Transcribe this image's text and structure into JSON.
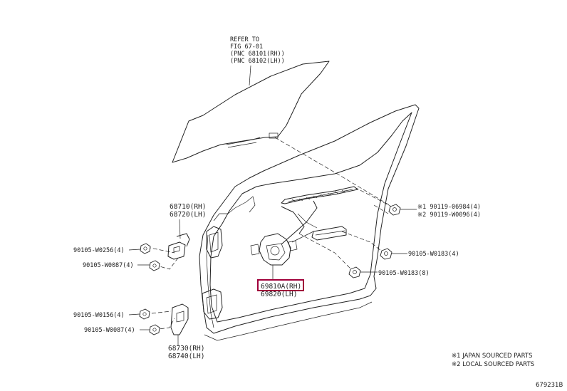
{
  "refer": {
    "line1": "REFER TO",
    "line2": "FIG 67-01",
    "line3": "(PNC 68101(RH))",
    "line4": "(PNC 68102(LH))"
  },
  "labels": {
    "hinge_upper_rh": "68710(RH)",
    "hinge_upper_lh": "68720(LH)",
    "hinge_lower_rh": "68730(RH)",
    "hinge_lower_lh": "68740(LH)",
    "regulator_rh": "69810A(RH)",
    "regulator_lh": "69820(LH)",
    "bolt_upper_1": "※1 90119-06984(4)",
    "bolt_upper_2": "※2 90119-W0096(4)",
    "bolt_mid": "90105-W0183(4)",
    "bolt_low": "90105-W0183(8)",
    "bolt_left_1": "90105-W0256(4)",
    "bolt_left_2": "90105-W0087(4)",
    "bolt_left_3": "90105-W0156(4)",
    "bolt_left_4": "90105-W0087(4)"
  },
  "legend": {
    "line1": "※1 JAPAN SOURCED PARTS",
    "line2": "※2 LOCAL SOURCED PARTS"
  },
  "figure_id": "679231B",
  "colors": {
    "line": "#222222",
    "highlight": "#a0003a"
  }
}
